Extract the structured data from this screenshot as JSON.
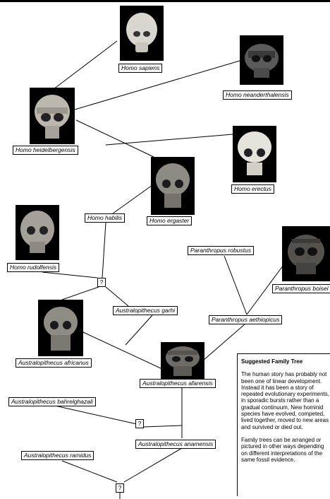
{
  "species": {
    "sapiens": "Homo sapiens",
    "neanderthalensis": "Homo neanderthalensis",
    "heidelbergensis": "Homo heidelbergensis",
    "erectus": "Homo erectus",
    "ergaster": "Homo ergaster",
    "habilis": "Homo habilis",
    "rudolfensis": "Homo rudolfensis",
    "robustus": "Paranthropus robustus",
    "boisei": "Paranthropus boisei",
    "aethiopicus": "Paranthropus aethiopicus",
    "garhi": "Australopithecus garhi",
    "africanus": "Australopithecus africanus",
    "afarensis": "Australopithecus afarensis",
    "bahrelghazali": "Australopithecus bahrelghazali",
    "anamensis": "Australopithecus anamensis",
    "ramidus": "Australopithecus ramidus"
  },
  "unknown_marker": "?",
  "info": {
    "title": "Suggested Family Tree",
    "paragraph1": "The human story has probably not been one of linear development. Instead it has been a story of repeated evolutionary experiments, in sporadic bursts rather than a gradual continuum. New hominid species have evolved, competed, lived together, moved to new areas and survived or died out.",
    "paragraph2": "Family trees can be arranged or pictured in other ways depending on different interpretations of the same fossil evidence."
  }
}
